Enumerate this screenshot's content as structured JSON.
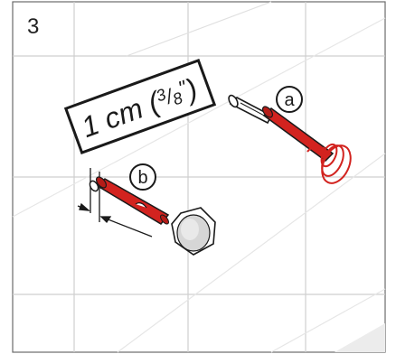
{
  "step": {
    "number": "3"
  },
  "callouts": {
    "a": {
      "letter": "a"
    },
    "b": {
      "letter": "b"
    }
  },
  "dimension": {
    "value": "1 cm",
    "open_paren": "(",
    "numerator": "3",
    "slash": "/",
    "denominator": "8",
    "unit": "\"",
    "close_paren": ")"
  },
  "colors": {
    "tile_grout": "#c9c9c9",
    "tile_background": "#ffffff",
    "frame": "#6b6b6b",
    "anchor_red": "#d2231f",
    "outline": "#1a1a1a",
    "mirror_grey": "#cfcfcf"
  }
}
